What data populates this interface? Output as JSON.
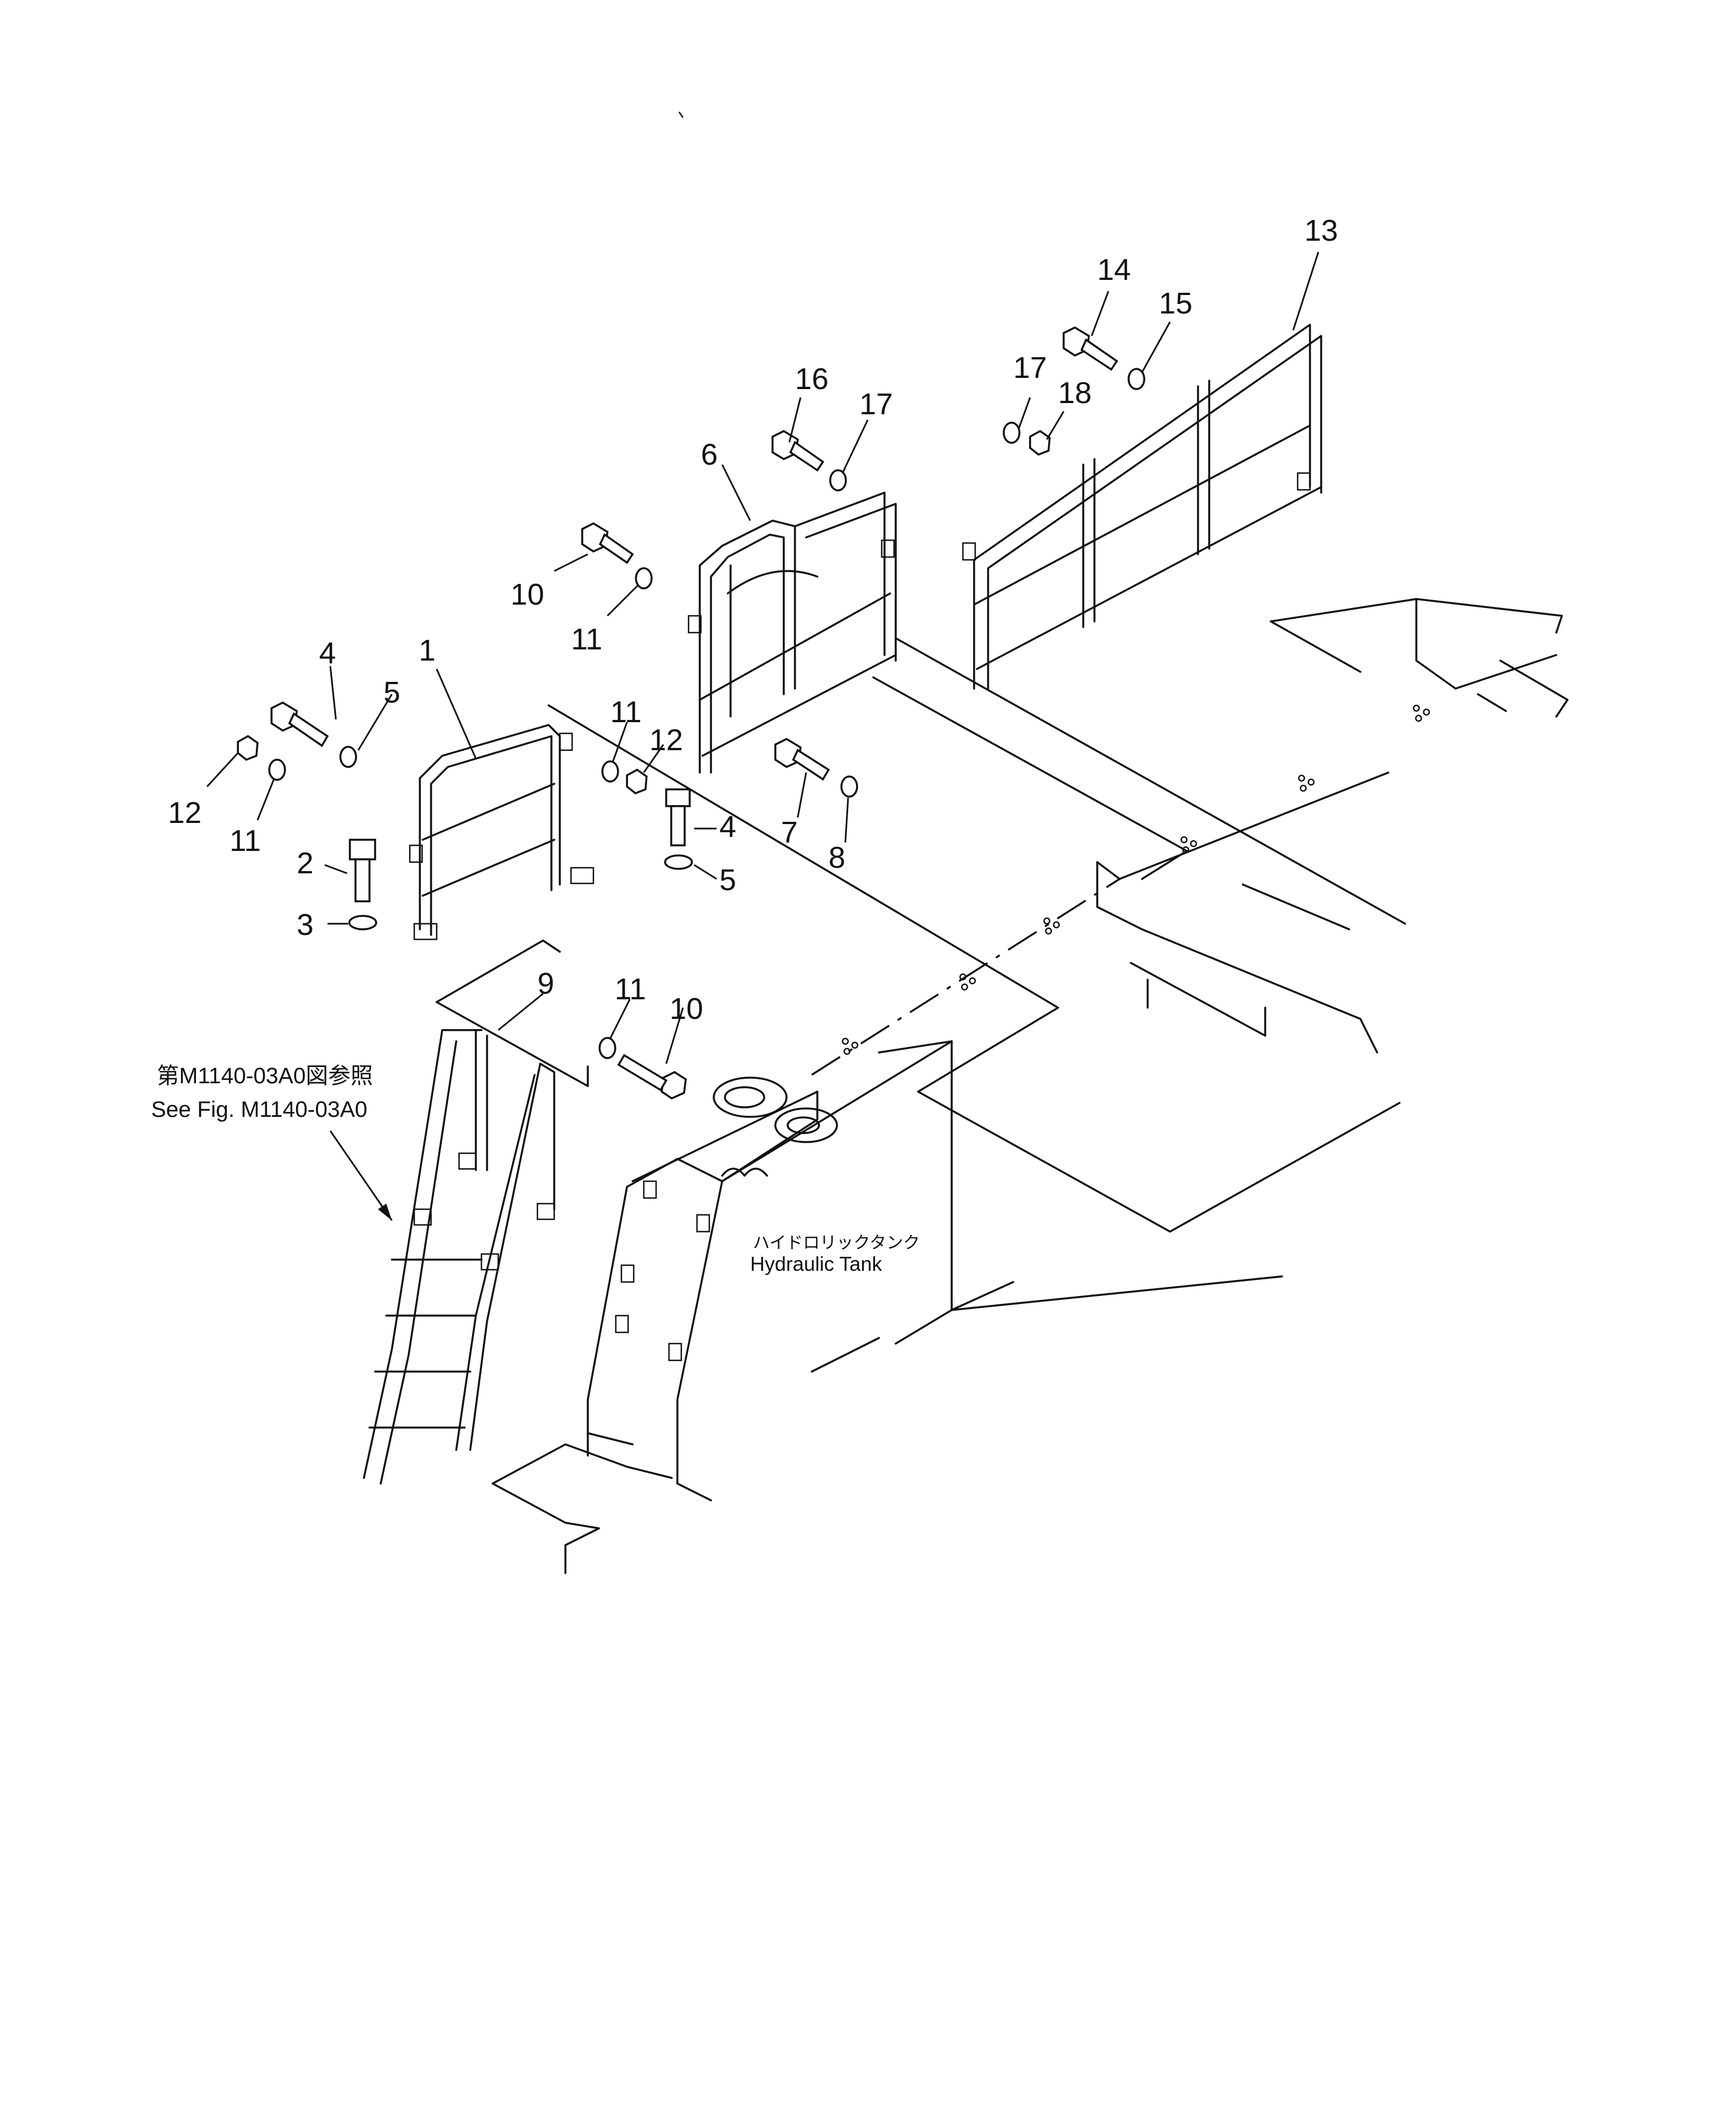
{
  "callouts": {
    "c1": "1",
    "c2": "2",
    "c3": "3",
    "c4a": "4",
    "c4b": "4",
    "c5a": "5",
    "c5b": "5",
    "c6": "6",
    "c7": "7",
    "c8": "8",
    "c9": "9",
    "c10a": "10",
    "c10b": "10",
    "c11a": "11",
    "c11b": "11",
    "c11c": "11",
    "c11d": "11",
    "c12a": "12",
    "c12b": "12",
    "c13": "13",
    "c14": "14",
    "c15": "15",
    "c16": "16",
    "c17a": "17",
    "c17b": "17",
    "c18": "18"
  },
  "ref_note": {
    "jp": "第M1140-03A0図参照",
    "en": "See  Fig. M1140-03A0"
  },
  "tank_label": {
    "jp": "ハイドロリックタンク",
    "en": "Hydraulic  Tank"
  }
}
